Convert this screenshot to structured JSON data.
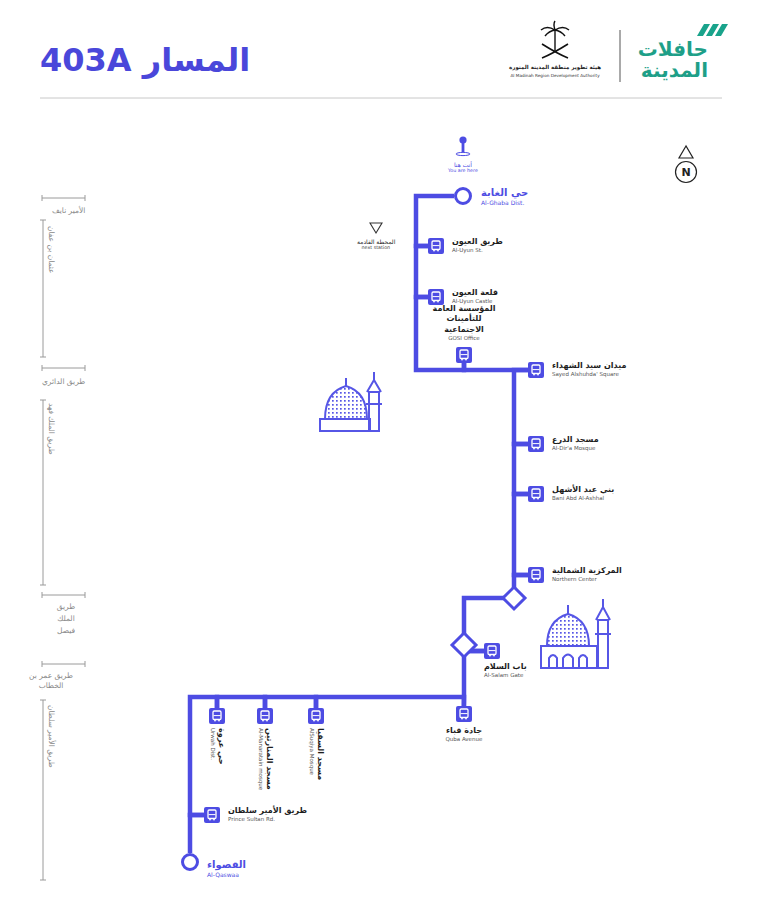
{
  "diagram": {
    "title": "المسار 403A",
    "nodes": [
      {
        "text": [
          "حي الغابة",
          "Al-Ghaba Dist."
        ]
      },
      {
        "text": [
          "طريق العيون",
          "Al-Uyun St."
        ]
      },
      {
        "text": [
          "قلعة العيون",
          "Al-Uyun Castle"
        ]
      },
      {
        "text": [
          "المؤسسة العامة للتأمينات الاجتماعية",
          "GOSI Office"
        ]
      },
      {
        "text": [
          "ميدان سيد الشهداء",
          "Sayed Alshuhda' Square"
        ]
      },
      {
        "text": [
          "مسجد الدرع",
          "Al-Dir'a Mosque"
        ]
      },
      {
        "text": [
          "بني عبد الأشهل",
          "Bani Abd Al-Ashhal"
        ]
      },
      {
        "text": [
          "المركزية الشمالية",
          "Northern Center"
        ]
      },
      {
        "text": [
          "باب السلام",
          "Al-Salam Gate"
        ]
      },
      {
        "text": [
          "جادة قباء",
          "Quba Avenue"
        ]
      },
      {
        "text": [
          "مسجد السقيا",
          "AlSuqiya Mosque"
        ]
      },
      {
        "text": [
          "مسجد المنارتين",
          "Al-Manaratain mosque"
        ]
      },
      {
        "text": [
          "حي عروة",
          "Urwah Dist."
        ]
      },
      {
        "text": [
          "طريق الأمير سلطان",
          "Prince Sultan Rd."
        ]
      },
      {
        "text": [
          "القصواء",
          "Al-Qaswaa"
        ]
      }
    ],
    "edges": [
      {
        "from": 0,
        "to": 1,
        "arrow": "none"
      },
      {
        "from": 1,
        "to": 2,
        "arrow": "none"
      },
      {
        "from": 2,
        "to": 3,
        "arrow": "none"
      },
      {
        "from": 3,
        "to": 4,
        "arrow": "none"
      },
      {
        "from": 4,
        "to": 5,
        "arrow": "none"
      },
      {
        "from": 5,
        "to": 6,
        "arrow": "none"
      },
      {
        "from": 6,
        "to": 7,
        "arrow": "none"
      },
      {
        "from": 7,
        "to": 8,
        "arrow": "none"
      },
      {
        "from": 8,
        "to": 9,
        "arrow": "none"
      },
      {
        "from": 9,
        "to": 10,
        "arrow": "none"
      },
      {
        "from": 10,
        "to": 11,
        "arrow": "none"
      },
      {
        "from": 11,
        "to": 12,
        "arrow": "none"
      },
      {
        "from": 12,
        "to": 13,
        "arrow": "none"
      },
      {
        "from": 13,
        "to": 14,
        "arrow": "none"
      }
    ],
    "labels": [
      "حافلات المدينة",
      "هيئة تطوير منطقة المدينة المنورة",
      "Al Madinah Region Development Authority",
      "N",
      "أنت هنا",
      "You are here",
      "المحطة القادمة",
      "next station",
      "الأمير نايف",
      "عثمان بن عفان",
      "طريق الدائري",
      "طريق الملك فهد",
      "طريق الملك فيصل",
      "طريق عمر بن الخطاب",
      "طريق الأمير سلطان"
    ]
  }
}
